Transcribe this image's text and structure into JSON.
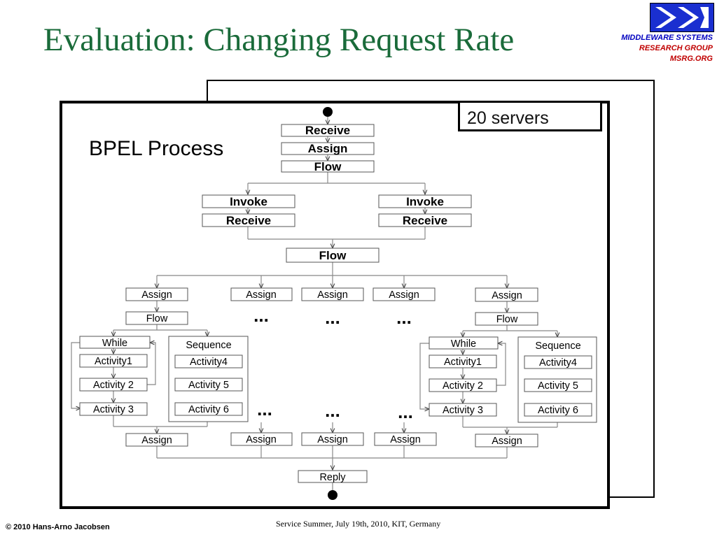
{
  "slide": {
    "title": "Evaluation: Changing Request Rate",
    "logo_lines": [
      "MIDDLEWARE SYSTEMS",
      "RESEARCH GROUP",
      "MSRG.ORG"
    ],
    "callout": "20 servers",
    "footer_left": "© 2010 Hans-Arno Jacobsen",
    "footer_center": "Service Summer, July 19th, 2010, KIT, Germany"
  },
  "diagram": {
    "heading": "BPEL Process",
    "top": [
      "Receive",
      "Assign",
      "Flow"
    ],
    "invoke_pair": [
      "Invoke",
      "Receive"
    ],
    "flow_center": "Flow",
    "assign": "Assign",
    "flow": "Flow",
    "while": "While",
    "sequence": "Sequence",
    "while_activities_left": [
      "Activity1",
      "Activity 2",
      "Activity 3"
    ],
    "while_activities_right": [
      "Activity1",
      "Activity 2",
      "Activity 3"
    ],
    "sequence_activities": [
      "Activity4",
      "Activity 5",
      "Activity 6"
    ],
    "ellipsis": "...",
    "reply": "Reply"
  }
}
